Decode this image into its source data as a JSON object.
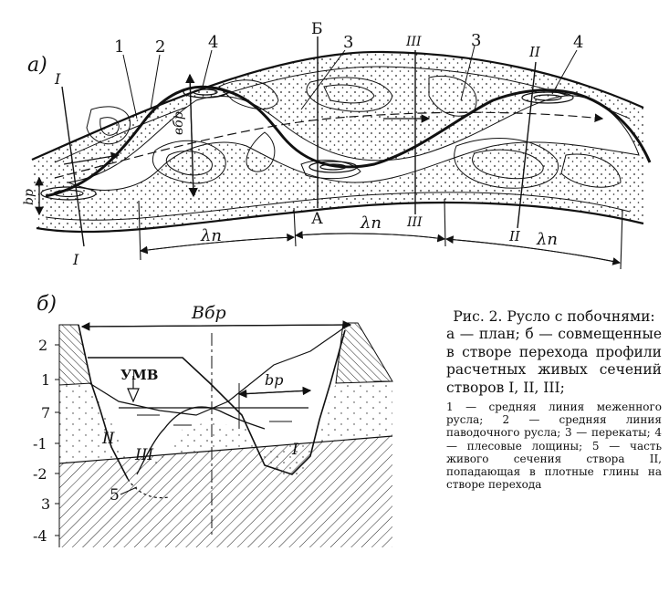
{
  "plan": {
    "panel_label": "а)",
    "numbers": [
      "1",
      "2",
      "3",
      "3",
      "4",
      "4"
    ],
    "section_I": "I",
    "section_II": "II",
    "section_III": "III",
    "section_B": "Б",
    "section_A": "А",
    "width_label": "вбр",
    "bp_label": "bр",
    "lambda_label": "λп"
  },
  "profile": {
    "panel_label": "б)",
    "width_label": "Вбр",
    "bp_label": "bр",
    "umv_label": "УМВ",
    "curve_I": "I",
    "curve_II": "II",
    "curve_III": "III",
    "note_5": "5",
    "depth_ticks": [
      "2",
      "1",
      "7",
      "-1",
      "-2",
      "3",
      "-4"
    ]
  },
  "caption": {
    "title": "Рис. 2. Русло с побочнями:",
    "text": "а — план; б — совмещенные в створе перехода профили расчетных живых сечений створов I, II, III;",
    "legend": "1 — средняя линия меженного русла; 2 — средняя линия паводочного русла; 3 — перекаты; 4 — плесовые лощины; 5 — часть живого сечения створа II, попадающая в плотные глины на створе перехода"
  }
}
